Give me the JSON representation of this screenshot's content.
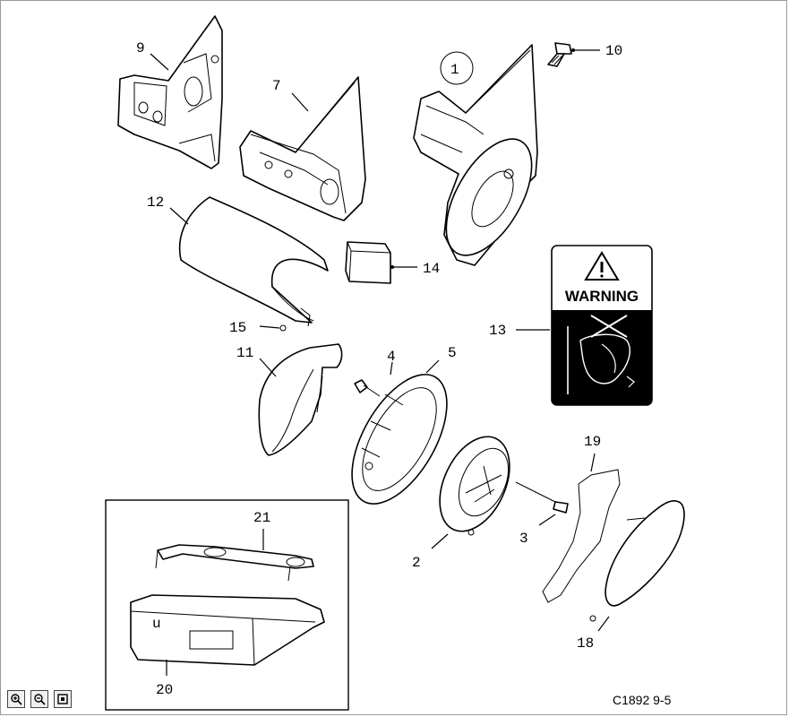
{
  "callouts": {
    "c1": "1",
    "c2": "2",
    "c3": "3",
    "c4": "4",
    "c5": "5",
    "c7": "7",
    "c9": "9",
    "c10": "10",
    "c11": "11",
    "c12": "12",
    "c13": "13",
    "c14": "14",
    "c15": "15",
    "c18": "18",
    "c19": "19",
    "c20": "20",
    "c21": "21"
  },
  "warning_label": "WARNING",
  "figure_reference": "C1892 9-5",
  "toolbar": {
    "zoom_in_icon": "zoom-in-icon",
    "zoom_out_icon": "zoom-out-icon",
    "fit_icon": "fit-to-window-icon"
  }
}
